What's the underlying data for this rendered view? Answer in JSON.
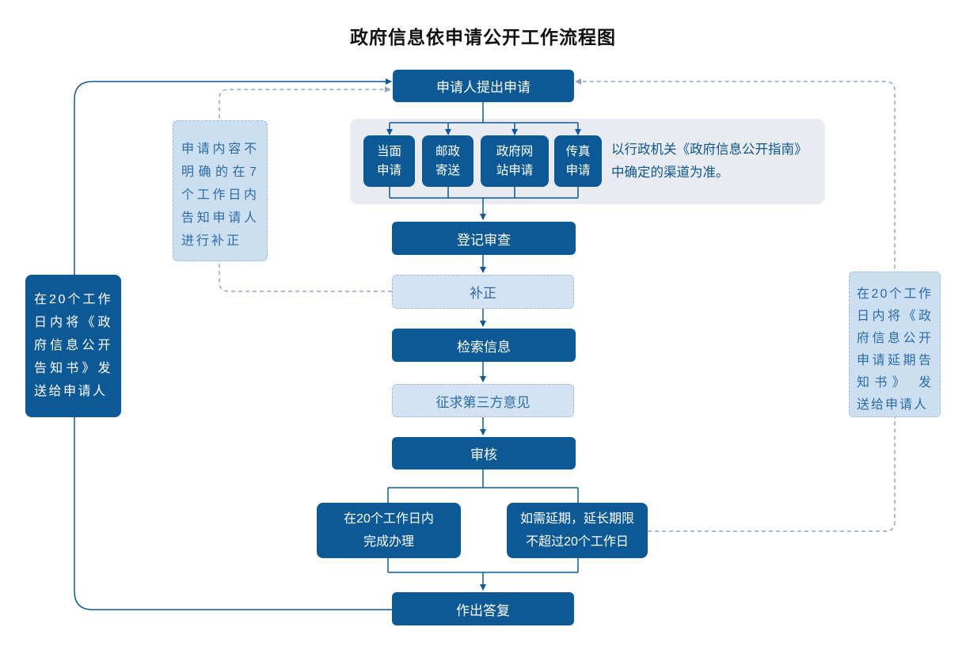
{
  "title": "政府信息依申请公开工作流程图",
  "flow": {
    "applicant": "申请人提出申请",
    "register": "登记审查",
    "correction": "补正",
    "search_info": "检索信息",
    "third_party": "征求第三方意见",
    "review": "审核",
    "complete": "在20个工作日内\n完成办理",
    "extension": "如需延期，延长期限\n不超过20个工作日",
    "reply": "作出答复"
  },
  "channels": {
    "items": [
      "当面\n申请",
      "邮政\n寄送",
      "政府网\n站申请",
      "传真\n申请"
    ],
    "note": "以行政机关《政府信息公开指南》\n中确定的渠道为准。"
  },
  "annotations": {
    "notify_disclosure": "在20个工作日内将《政府信息公开告知书》发送给申请人",
    "supplement": "申请内容不明确的在7个工作日内告知申请人进行补正",
    "notify_extension": "在20个工作日内将《政府信息公开申请延期告知书》 发送给申请人"
  },
  "colors": {
    "primary_blue": "#0D5996",
    "light_fill": "#D3E3F3",
    "light_border": "#9DB9D8",
    "container_fill": "#E8EBEF",
    "dashed_connector": "#8FA6C0",
    "annotation_text": "#2B6BA8"
  }
}
